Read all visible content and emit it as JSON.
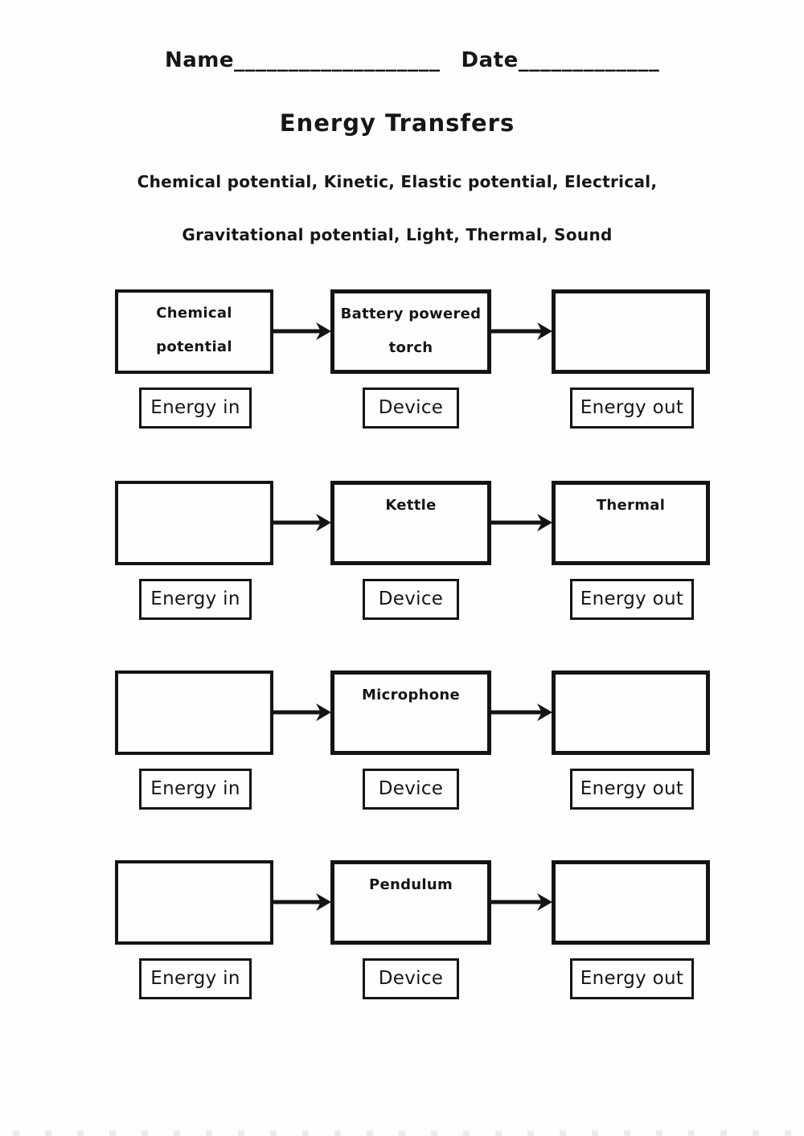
{
  "header": {
    "name_label": "Name",
    "name_underline": "___________________",
    "date_label": "Date",
    "date_underline": "_____________"
  },
  "title": "Energy Transfers",
  "word_bank": {
    "line1": "Chemical potential, Kinetic, Elastic potential, Electrical,",
    "line2": "Gravitational potential, Light, Thermal, Sound"
  },
  "column_labels": {
    "energy_in": "Energy in",
    "device": "Device",
    "energy_out": "Energy out"
  },
  "rows": [
    {
      "energy_in": [
        "Chemical",
        "potential"
      ],
      "device": [
        "Battery powered",
        "torch"
      ],
      "energy_out": []
    },
    {
      "energy_in": [],
      "device": [
        "Kettle"
      ],
      "energy_out": [
        "Thermal"
      ]
    },
    {
      "energy_in": [],
      "device": [
        "Microphone"
      ],
      "energy_out": []
    },
    {
      "energy_in": [],
      "device": [
        "Pendulum"
      ],
      "energy_out": []
    }
  ],
  "colors": {
    "ink": "#141414",
    "paper": "#fefefe"
  }
}
